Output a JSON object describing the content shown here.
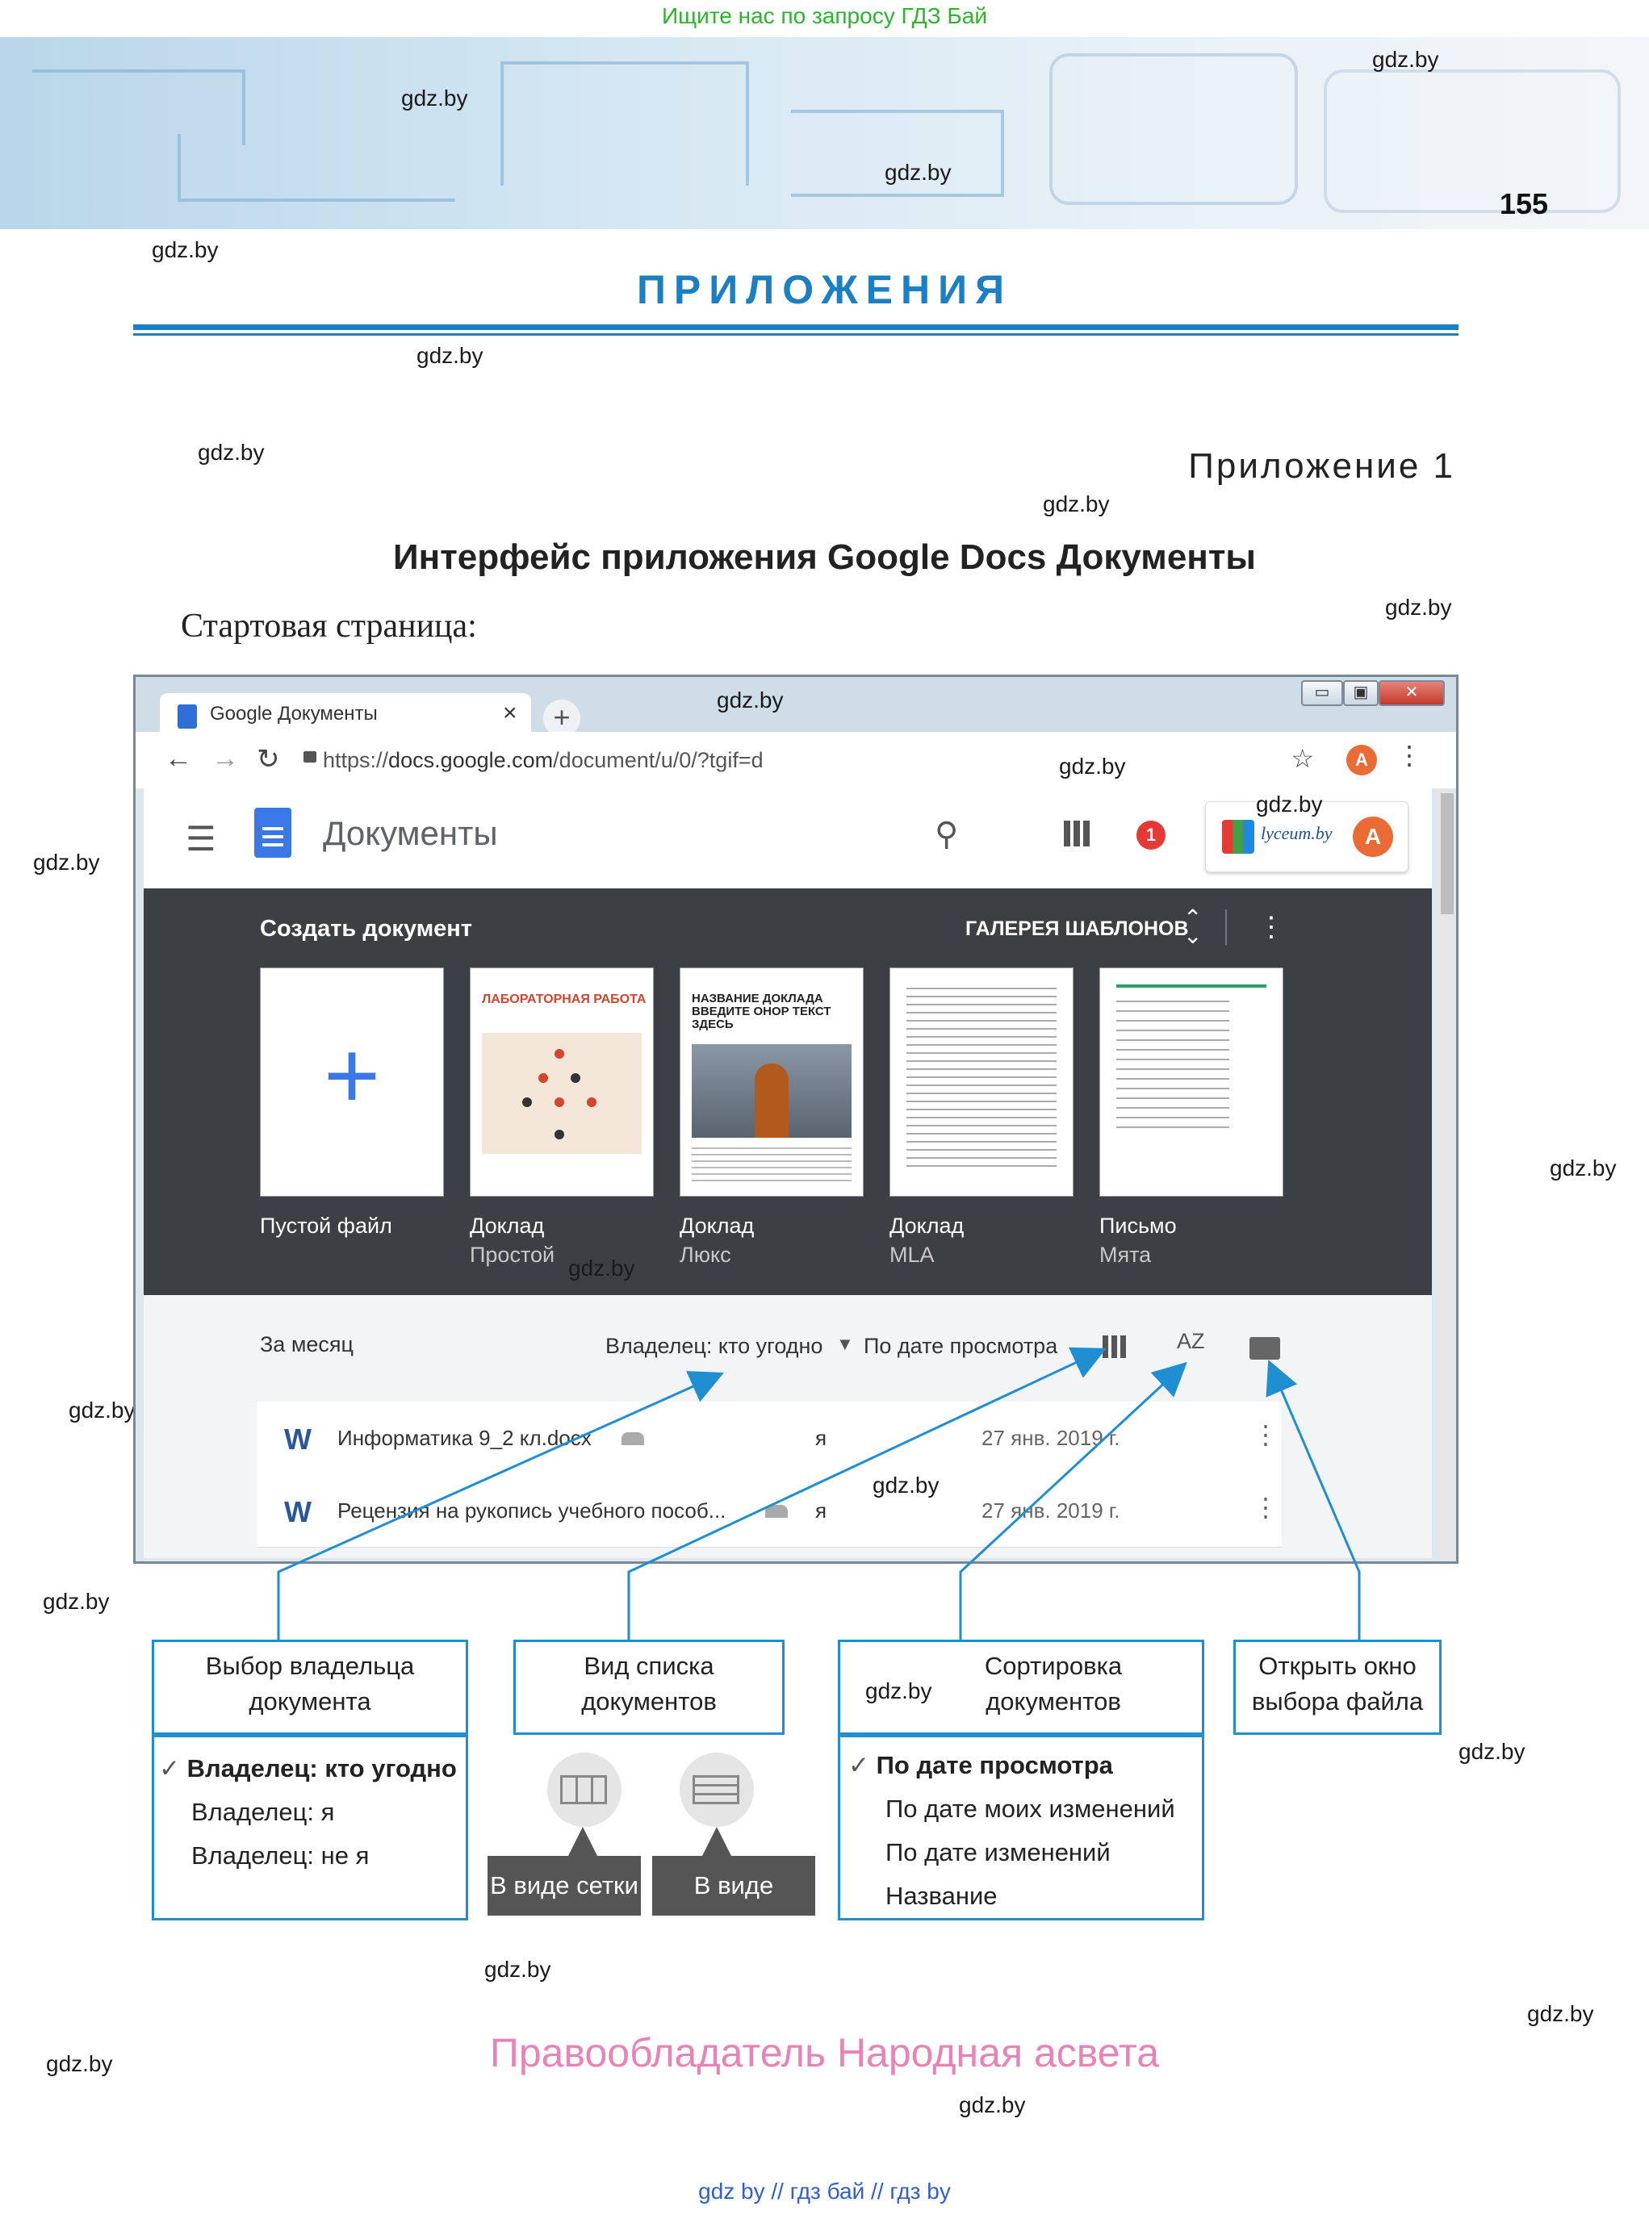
{
  "header": {
    "search_note": "Ищите нас по запросу ГДЗ Бай",
    "page_number": "155"
  },
  "watermarks": [
    "gdz.by"
  ],
  "section_title": "ПРИЛОЖЕНИЯ",
  "appendix_label": "Приложение 1",
  "doc_title": "Интерфейс приложения Google Docs Документы",
  "subtitle": "Стартовая страница:",
  "browser": {
    "tab_title": "Google Документы",
    "tab_close": "×",
    "new_tab": "+",
    "window_buttons": [
      "▭",
      "▣",
      "✕"
    ],
    "url_prefix": "https://",
    "url_host": "docs.google.com",
    "url_path": "/document/u/0/?tgif=d",
    "avatar_letter": "А"
  },
  "docs": {
    "app_name": "Документы",
    "notification_count": "1",
    "account_logo": "lyceum.by",
    "avatar_letter": "А",
    "create_label": "Создать документ",
    "gallery_label": "ГАЛЕРЕЯ ШАБЛОНОВ",
    "templates": [
      {
        "name": "Пустой файл",
        "variant": ""
      },
      {
        "name": "Доклад",
        "variant": "Простой"
      },
      {
        "name": "Доклад",
        "variant": "Люкс"
      },
      {
        "name": "Доклад",
        "variant": "MLA"
      },
      {
        "name": "Письмо",
        "variant": "Мята"
      }
    ],
    "template_previews": {
      "lab_title": "ЛАБОРАТОРНАЯ РАБОТА",
      "report_title": "НАЗВАНИЕ ДОКЛАДА ВВЕДИТЕ ОНОР ТЕКСТ ЗДЕСЬ"
    },
    "period_label": "За месяц",
    "owner_filter": "Владелец: кто угодно",
    "sort_label": "По дате просмотра",
    "sort_icon": "AZ",
    "files": [
      {
        "icon": "W",
        "name": "Информатика 9_2 кл.docx",
        "owner": "я",
        "date": "27 янв. 2019 г."
      },
      {
        "icon": "W",
        "name": "Рецензия на рукопись учебного пособ...",
        "owner": "я",
        "date": "27 янв. 2019 г."
      }
    ]
  },
  "callouts": {
    "owner": {
      "title": "Выбор владельца документа",
      "items": [
        "Владелец: кто угодно",
        "Владелец: я",
        "Владелец: не я"
      ],
      "checked": "✓"
    },
    "view": {
      "title": "Вид списка документов",
      "grid_label": "В виде сетки",
      "list_label": "В виде списка"
    },
    "sort": {
      "title": "Сортировка документов",
      "items": [
        "По дате просмотра",
        "По дате моих изменений",
        "По дате изменений",
        "Название"
      ],
      "checked": "✓"
    },
    "open": {
      "title": "Открыть окно выбора файла"
    }
  },
  "copyright": "Правообладатель Народная асвета",
  "footer": "gdz by  //  гдз бай  //  гдз by",
  "colors": {
    "accent": "#1b7fc4",
    "callout_border": "#1f8fd1",
    "copyright": "#e883b5"
  }
}
